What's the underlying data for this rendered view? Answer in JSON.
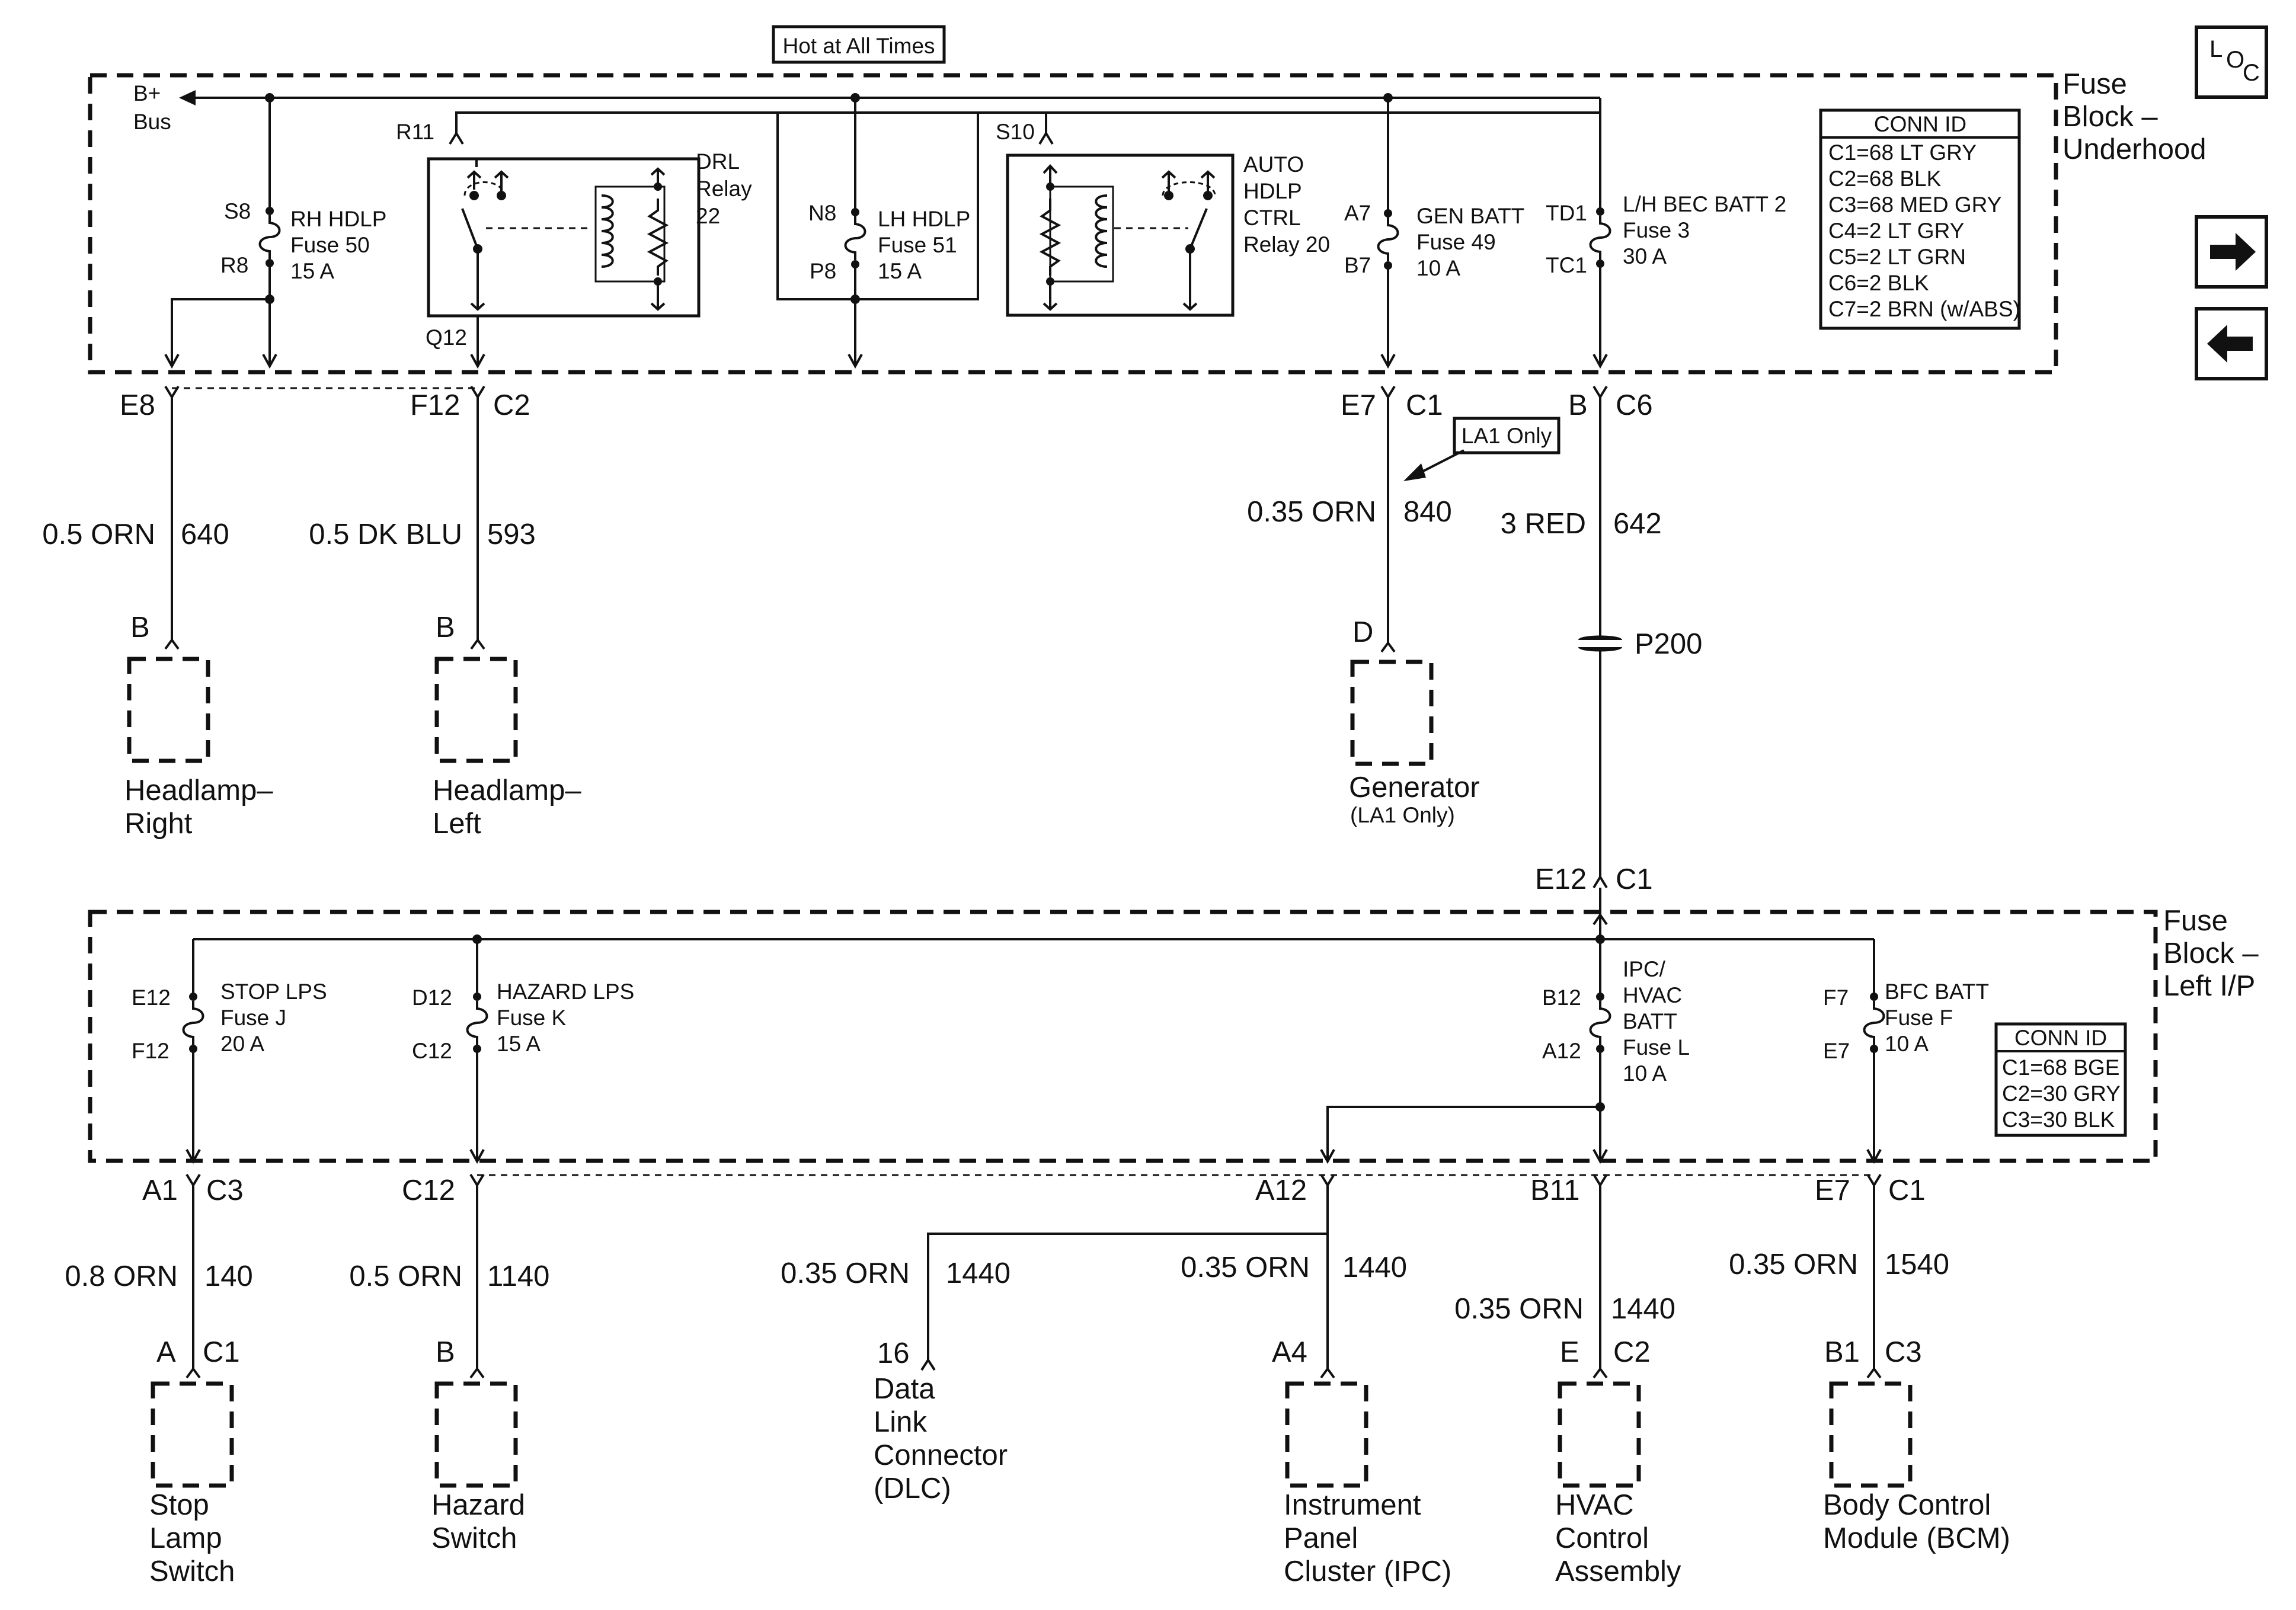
{
  "header": {
    "hot_label": "Hot at All Times",
    "loc": {
      "l": "L",
      "o": "O",
      "c": "C"
    }
  },
  "navigation": {
    "forward_icon": "arrow-right-icon",
    "back_icon": "arrow-left-icon"
  },
  "underhood": {
    "title_1": "Fuse",
    "title_2": "Block –",
    "title_3": "Underhood",
    "bplus_1": "B+",
    "bplus_2": "Bus",
    "rh_fuse": {
      "top": "S8",
      "bottom": "R8",
      "name": "RH HDLP",
      "fuse": "Fuse 50",
      "amp": "15 A"
    },
    "drl": {
      "r": "R11",
      "q": "Q12",
      "name": "DRL",
      "relay": "Relay",
      "num": "22"
    },
    "lh_fuse": {
      "top": "N8",
      "bottom": "P8",
      "name": "LH HDLP",
      "fuse": "Fuse 51",
      "amp": "15 A"
    },
    "auto": {
      "s": "S10",
      "l1": "AUTO",
      "l2": "HDLP",
      "l3": "CTRL",
      "l4": "Relay 20"
    },
    "gen_fuse": {
      "top": "A7",
      "bottom": "B7",
      "name": "GEN BATT",
      "fuse": "Fuse 49",
      "amp": "10 A"
    },
    "lh_bec": {
      "top": "TD1",
      "bottom": "TC1",
      "name": "L/H BEC BATT 2",
      "fuse": "Fuse 3",
      "amp": "30 A"
    },
    "conn_id": {
      "title": "CONN ID",
      "rows": [
        "C1=68 LT GRY",
        "C2=68 BLK",
        "C3=68 MED GRY",
        "C4=2 LT GRY",
        "C5=2 LT GRN",
        "C6=2 BLK",
        "C7=2 BRN (w/ABS)"
      ]
    }
  },
  "mid": {
    "e8": "E8",
    "f12": "F12",
    "c2": "C2",
    "e7": "E7",
    "c1": "C1",
    "b": "B",
    "c6": "C6",
    "la1_note": "LA1 Only",
    "wire_640": {
      "color": "0.5 ORN",
      "circuit": "640"
    },
    "wire_593": {
      "color": "0.5 DK BLU",
      "circuit": "593"
    },
    "wire_840": {
      "color": "0.35 ORN",
      "circuit": "840"
    },
    "wire_642": {
      "color": "3 RED",
      "circuit": "642"
    },
    "p200": "P200",
    "hr_pin": "B",
    "hl_pin": "B",
    "gen_pin": "D",
    "headlamp_right": {
      "l1": "Headlamp–",
      "l2": "Right"
    },
    "headlamp_left": {
      "l1": "Headlamp–",
      "l2": "Left"
    },
    "generator": {
      "l1": "Generator",
      "l2": "(LA1 Only)"
    },
    "e12": "E12",
    "e12c1": "C1"
  },
  "leftip": {
    "title_1": "Fuse",
    "title_2": "Block –",
    "title_3": "Left I/P",
    "stop": {
      "top": "E12",
      "bottom": "F12",
      "name": "STOP LPS",
      "fuse": "Fuse J",
      "amp": "20 A"
    },
    "hazard": {
      "top": "D12",
      "bottom": "C12",
      "name": "HAZARD LPS",
      "fuse": "Fuse K",
      "amp": "15 A"
    },
    "ipc": {
      "top": "B12",
      "bottom": "A12",
      "l1": "IPC/",
      "l2": "HVAC",
      "l3": "BATT",
      "l4": "Fuse L",
      "l5": "10 A"
    },
    "bfc": {
      "top": "F7",
      "bottom": "E7",
      "name": "BFC BATT",
      "fuse": "Fuse F",
      "amp": "10 A"
    },
    "conn_id": {
      "title": "CONN ID",
      "rows": [
        "C1=68 BGE",
        "C2=30 GRY",
        "C3=30 BLK"
      ]
    }
  },
  "bottom": {
    "a1": "A1",
    "c3": "C3",
    "c12": "C12",
    "a12": "A12",
    "b11": "B11",
    "e7": "E7",
    "c1": "C1",
    "wire_140": {
      "color": "0.8 ORN",
      "circuit": "140"
    },
    "wire_1140": {
      "color": "0.5 ORN",
      "circuit": "1140"
    },
    "wire_1440_dlc": {
      "color": "0.35 ORN",
      "circuit": "1440"
    },
    "wire_1440_ipc": {
      "color": "0.35 ORN",
      "circuit": "1440"
    },
    "wire_1440_hvac": {
      "color": "0.35 ORN",
      "circuit": "1440"
    },
    "wire_1540": {
      "color": "0.35 ORN",
      "circuit": "1540"
    },
    "stop_pin": {
      "pin": "A",
      "conn": "C1"
    },
    "hazard_pin": "B",
    "dlc_pin": "16",
    "ipc_pin": "A4",
    "hvac_pin": {
      "pin": "E",
      "conn": "C2"
    },
    "bcm_pin": {
      "pin": "B1",
      "conn": "C3"
    },
    "stop_switch": [
      "Stop",
      "Lamp",
      "Switch"
    ],
    "hazard_switch": [
      "Hazard",
      "Switch"
    ],
    "dlc": [
      "Data",
      "Link",
      "Connector",
      "(DLC)"
    ],
    "ipc": [
      "Instrument",
      "Panel",
      "Cluster (IPC)"
    ],
    "hvac": [
      "HVAC",
      "Control",
      "Assembly"
    ],
    "bcm": [
      "Body Control",
      "Module (BCM)"
    ]
  }
}
